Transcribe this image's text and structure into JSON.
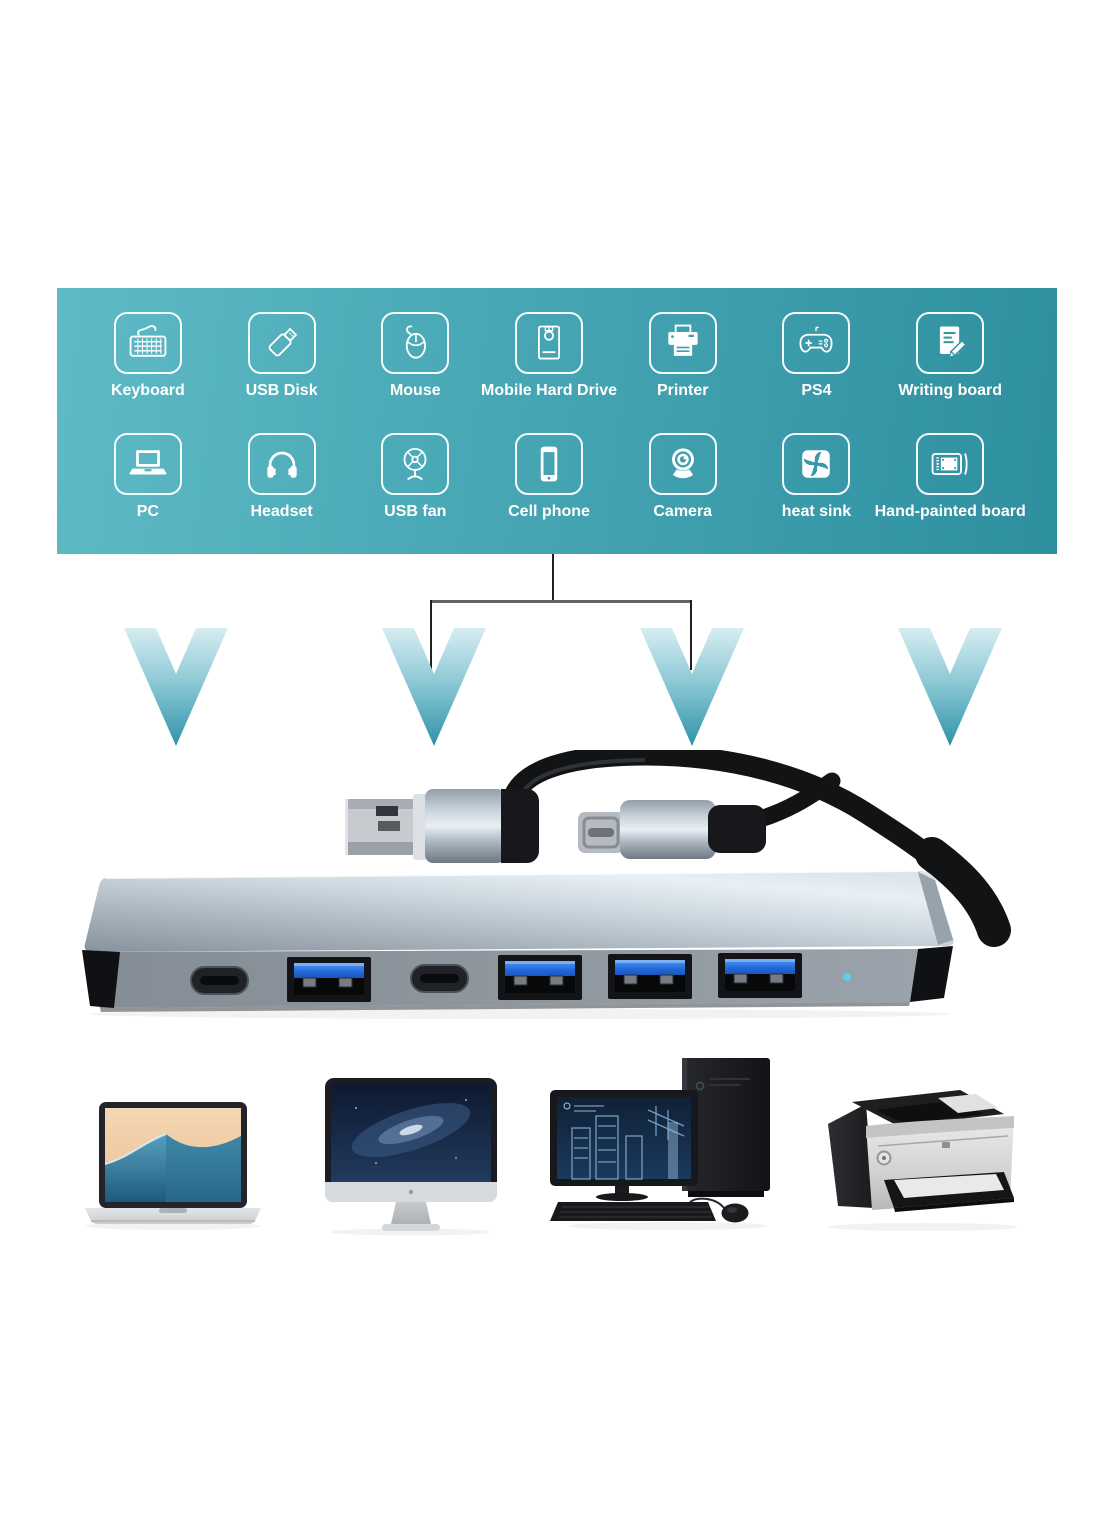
{
  "banner": {
    "row1": [
      {
        "label": "Keyboard",
        "icon": "keyboard-icon"
      },
      {
        "label": "USB Disk",
        "icon": "usb-disk-icon"
      },
      {
        "label": "Mouse",
        "icon": "mouse-icon"
      },
      {
        "label": "Mobile Hard Drive",
        "icon": "mobile-hard-drive-icon"
      },
      {
        "label": "Printer",
        "icon": "printer-icon"
      },
      {
        "label": "PS4",
        "icon": "gamepad-icon"
      },
      {
        "label": "Writing board",
        "icon": "writing-board-icon"
      }
    ],
    "row2": [
      {
        "label": "PC",
        "icon": "laptop-icon"
      },
      {
        "label": "Headset",
        "icon": "headset-icon"
      },
      {
        "label": "USB fan",
        "icon": "usb-fan-icon"
      },
      {
        "label": "Cell phone",
        "icon": "cell-phone-icon"
      },
      {
        "label": "Camera",
        "icon": "camera-icon"
      },
      {
        "label": "heat sink",
        "icon": "heat-sink-icon"
      },
      {
        "label": "Hand-painted board",
        "icon": "hand-painted-board-icon"
      }
    ],
    "colors": {
      "bg_from": "#5fbac6",
      "bg_to": "#2e8f9f",
      "icon": "#ffffff"
    }
  },
  "arrows": {
    "count": 4,
    "color_top": "#d7edf2",
    "color_bottom": "#2e93a8"
  },
  "product": {
    "connector_types": [
      "USB-A",
      "USB-C"
    ],
    "ports": [
      {
        "type": "USB-C"
      },
      {
        "type": "USB-A"
      },
      {
        "type": "USB-C"
      },
      {
        "type": "USB-A"
      },
      {
        "type": "USB-A"
      },
      {
        "type": "USB-A"
      }
    ],
    "port_blue": "#2a6ee2",
    "led_color": "#5cd0ec"
  },
  "devices": [
    {
      "name": "laptop"
    },
    {
      "name": "monitor"
    },
    {
      "name": "desktop-computer"
    },
    {
      "name": "printer"
    }
  ]
}
